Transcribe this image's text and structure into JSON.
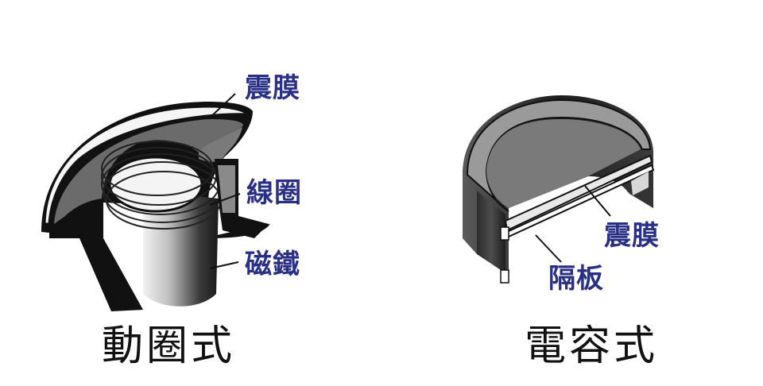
{
  "left_diagram": {
    "caption": "動圈式",
    "labels": {
      "diaphragm": "震膜",
      "coil": "線圈",
      "magnet": "磁鐵"
    }
  },
  "right_diagram": {
    "caption": "電容式",
    "labels": {
      "diaphragm": "震膜",
      "backplate": "隔板"
    }
  },
  "colors": {
    "label": "#2a2f86",
    "caption": "#111111",
    "outline": "#000000"
  }
}
